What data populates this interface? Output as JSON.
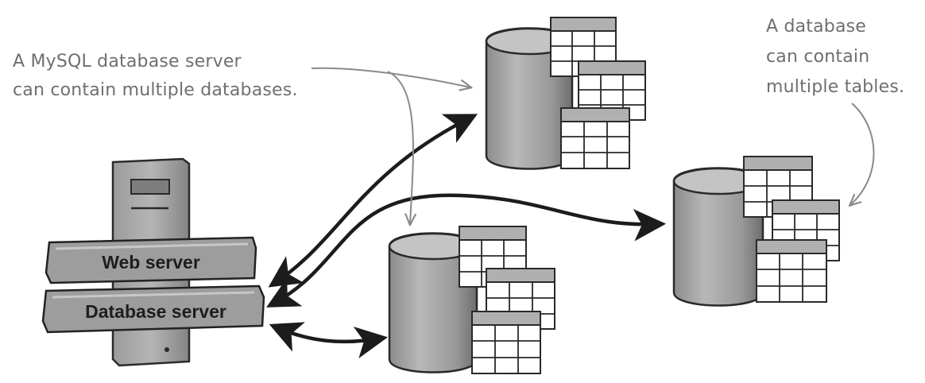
{
  "annotations": {
    "server_note": {
      "line1": "A MySQL database server",
      "line2": "can contain multiple databases."
    },
    "db_note": {
      "line1": "A database",
      "line2": "can contain",
      "line3": "multiple tables."
    }
  },
  "server": {
    "web_server_label": "Web server",
    "database_server_label": "Database server"
  },
  "colors": {
    "ink": "#1c1c1c",
    "note_ink": "#6f6f6f",
    "cylinder_fill": "#a9a9a9",
    "cylinder_shade": "#7e7e7e",
    "table_header": "#b0b0b0"
  }
}
